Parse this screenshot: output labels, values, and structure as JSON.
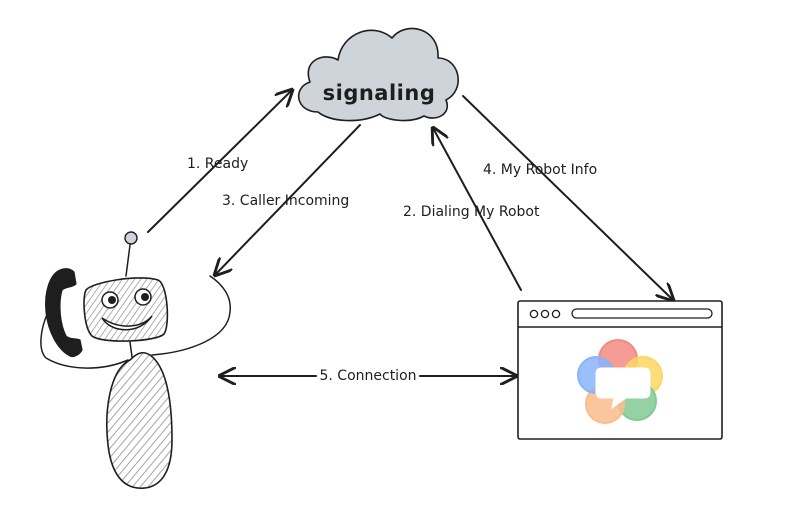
{
  "cloud": {
    "label": "signaling"
  },
  "edges": [
    {
      "id": "ready",
      "label": "1. Ready"
    },
    {
      "id": "dialing",
      "label": "2. Dialing My Robot"
    },
    {
      "id": "caller-incoming",
      "label": "3. Caller Incoming"
    },
    {
      "id": "robot-info",
      "label": "4. My Robot Info"
    },
    {
      "id": "connection",
      "label": "5. Connection"
    }
  ],
  "colors": {
    "ink": "#1e1e1e",
    "cloud_fill": "#ced4da",
    "robot_hatch": "#868e96",
    "webrtc_red": "#f28b82",
    "webrtc_yellow": "#fdd663",
    "webrtc_green": "#81c995",
    "webrtc_blue": "#8ab4f8",
    "webrtc_orange": "#fbbc8c"
  },
  "icons": {
    "signaling": "cloud-icon",
    "robot": "robot-with-phone-icon",
    "browser": "browser-window-icon",
    "webrtc": "webrtc-logo-icon"
  }
}
